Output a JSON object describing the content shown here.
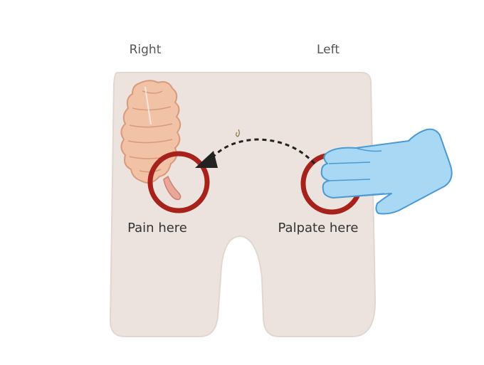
{
  "labels": {
    "right_side": "Right",
    "left_side": "Left",
    "pain_region": "Pain here",
    "palpate_region": "Palpate here"
  },
  "colors": {
    "body": "#ede3de",
    "body_outline": "#e2d6d0",
    "colon": "#f2c2a6",
    "colon_outline": "#d99a7c",
    "appendix": "#e9a79a",
    "circle": "#a8221c",
    "arrow": "#222222",
    "glove": "#a9d8f5",
    "glove_outline": "#4a9ad4"
  },
  "icons": {
    "colon": "colon-illustration",
    "hand": "gloved-hand-icon",
    "arrow": "dashed-curved-arrow"
  }
}
